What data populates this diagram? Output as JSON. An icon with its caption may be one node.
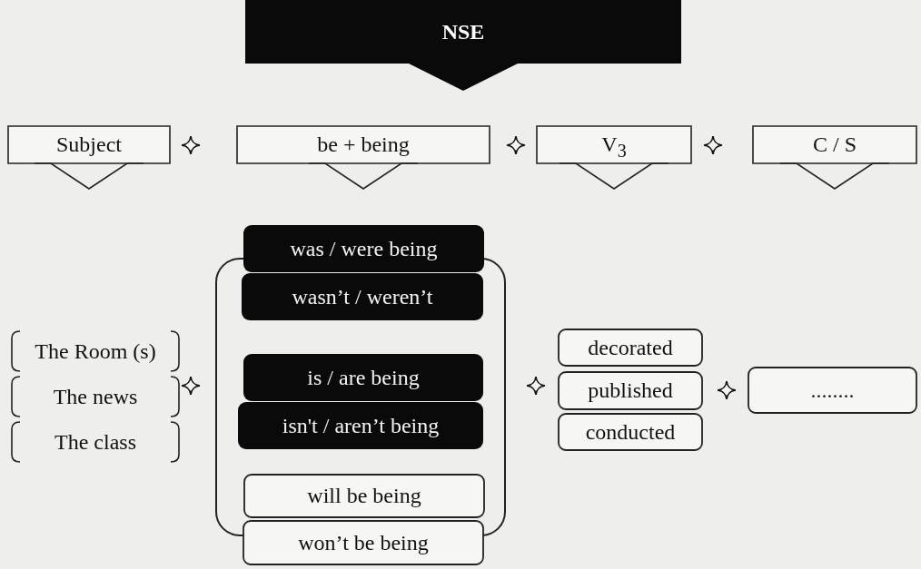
{
  "diagram": {
    "nodes": [
      {
        "text": [
          "NSE"
        ]
      },
      {
        "text": [
          "Subject"
        ]
      },
      {
        "text": [
          "be + being"
        ]
      },
      {
        "text": [
          "V$_{3}$"
        ]
      },
      {
        "text": [
          "C / S"
        ]
      },
      {
        "text": [
          "The Room (s)"
        ]
      },
      {
        "text": [
          "The news"
        ]
      },
      {
        "text": [
          "The class"
        ]
      },
      {
        "text": [
          "was / were being"
        ]
      },
      {
        "text": [
          "wasn’t / weren’t"
        ]
      },
      {
        "text": [
          "is / are being"
        ]
      },
      {
        "text": [
          "isn't / aren’t being"
        ]
      },
      {
        "text": [
          "will be being"
        ]
      },
      {
        "text": [
          "won’t be being"
        ]
      },
      {
        "text": [
          "decorated"
        ]
      },
      {
        "text": [
          "published"
        ]
      },
      {
        "text": [
          "conducted"
        ]
      },
      {
        "text": [
          "........"
        ]
      }
    ]
  }
}
